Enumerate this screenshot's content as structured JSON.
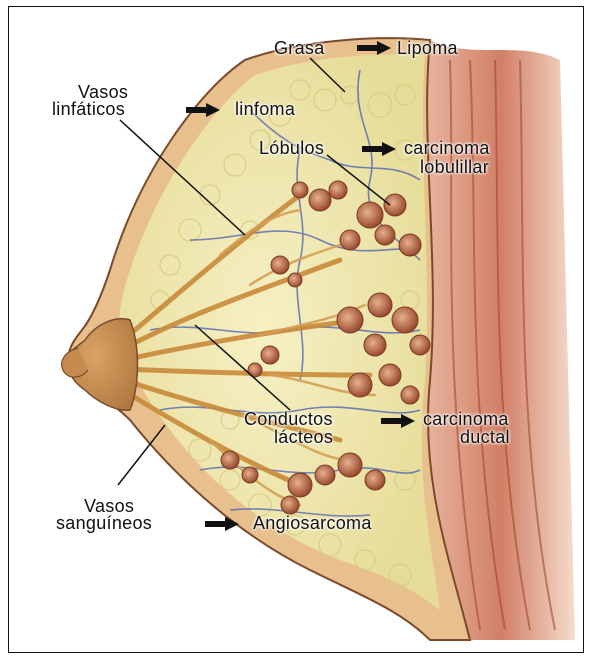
{
  "labels": {
    "grasa": "Grasa",
    "lipoma": "Lipoma",
    "vasos_linf_1": "Vasos",
    "vasos_linf_2": "linfáticos",
    "linfoma": "linfoma",
    "lobulos": "Lóbulos",
    "carcinoma_lob_1": "carcinoma",
    "carcinoma_lob_2": "lobulillar",
    "conductos_1": "Conductos",
    "conductos_2": "lácteos",
    "carcinoma_duct_1": "carcinoma",
    "carcinoma_duct_2": "ductal",
    "vasos_sang_1": "Vasos",
    "vasos_sang_2": "sanguíneos",
    "angiosarcoma": "Angiosarcoma"
  },
  "colors": {
    "frame": "#111111",
    "skin": "#d9a46c",
    "fat": "#efe7ae",
    "muscle": "#c96f4e",
    "duct": "#c98a3a",
    "lobule": "#a8583a",
    "vessel": "#5566b0",
    "text": "#111111"
  },
  "icons": {
    "arrow": "right-arrow-icon"
  }
}
